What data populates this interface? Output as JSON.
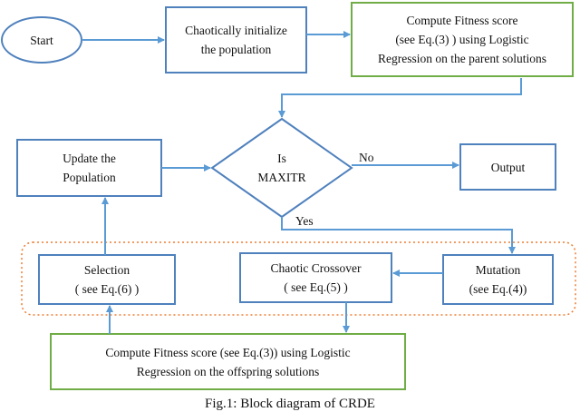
{
  "nodes": {
    "start": "Start",
    "init": "Chaotically initialize\nthe population",
    "fitness_parent": "Compute Fitness score\n(see Eq.(3) ) using Logistic\nRegression on the parent solutions",
    "decision": "Is\nMAXITR",
    "update": "Update the\nPopulation",
    "output": "Output",
    "selection": "Selection\n( see Eq.(6) )",
    "crossover": "Chaotic Crossover\n( see Eq.(5) )",
    "mutation": "Mutation\n(see Eq.(4))",
    "fitness_offspring": "Compute Fitness score (see Eq.(3)) using Logistic\nRegression on the offspring solutions"
  },
  "edge_labels": {
    "no": "No",
    "yes": "Yes"
  },
  "caption": "Fig.1: Block diagram of CRDE",
  "colors": {
    "blue": "#4f81bd",
    "green": "#70ad47",
    "orange_dotted": "#ed7d31",
    "arrow": "#5b9bd5"
  }
}
